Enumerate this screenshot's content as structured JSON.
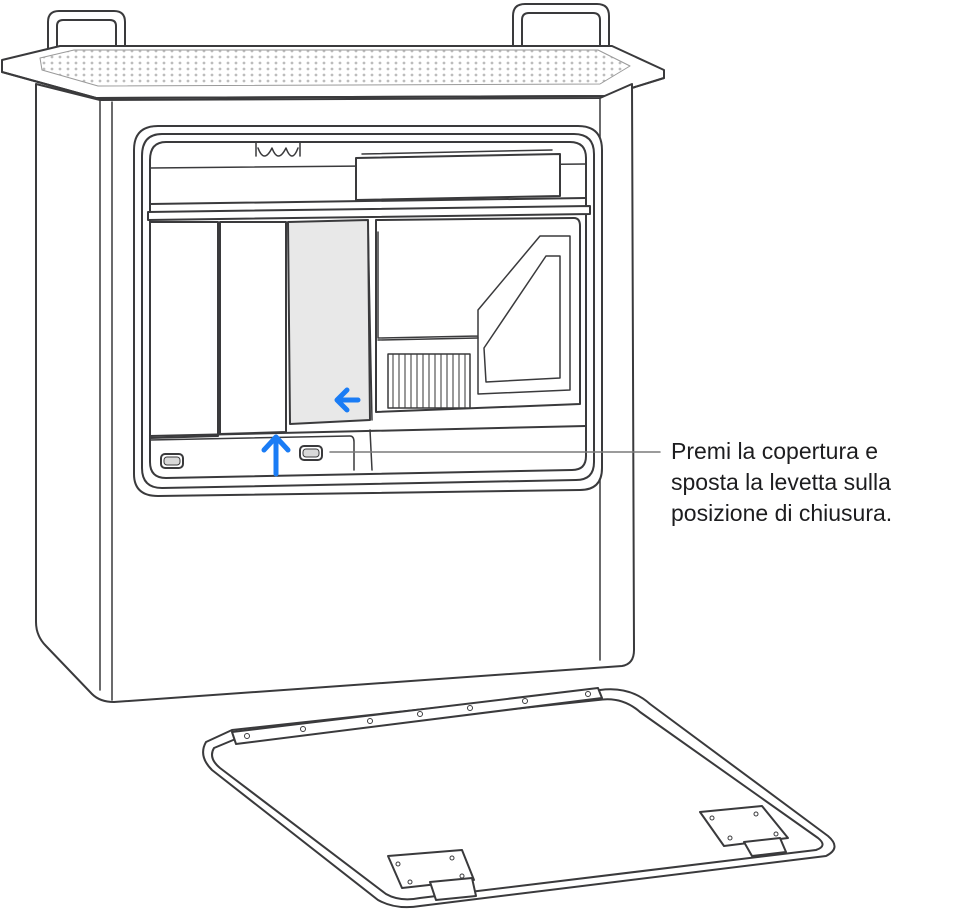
{
  "callout": {
    "lines": [
      "Premi la copertura e",
      "sposta la levetta sulla",
      "posizione di chiusura."
    ]
  },
  "colors": {
    "outline": "#3a3a3c",
    "arrow_accent": "#1a7cf5",
    "highlight_fill": "#e8e8e8",
    "leader_line": "#7a7a7a"
  },
  "icons": {
    "arrow_up": "arrow-up-icon",
    "arrow_left": "arrow-left-icon"
  }
}
